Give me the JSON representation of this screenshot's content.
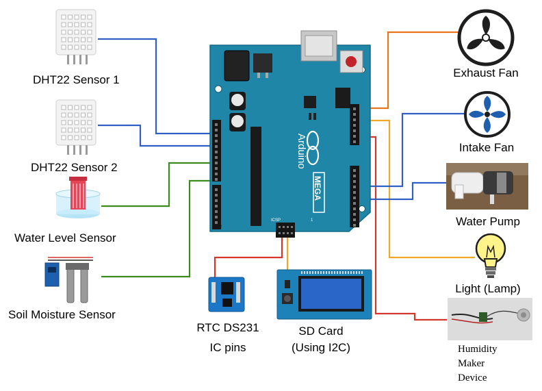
{
  "labels": {
    "dht22_1": "DHT22 Sensor 1",
    "dht22_2": "DHT22 Sensor 2",
    "water_level": "Water Level Sensor",
    "soil_moisture": "Soil Moisture Sensor",
    "rtc_line1": "RTC DS231",
    "rtc_line2": "IC pins",
    "sd_line1": "SD Card",
    "sd_line2": "(Using I2C)",
    "exhaust_fan": "Exhaust Fan",
    "intake_fan": "Intake Fan",
    "water_pump": "Water Pump",
    "light": "Light (Lamp)",
    "humidity_line1": "Humidity",
    "humidity_line2": "Maker",
    "humidity_line3": "Device"
  },
  "board": {
    "brand": "Arduino",
    "model": "MEGA"
  },
  "colors": {
    "board": "#1f86a8",
    "wire_blue": "#2f5fc4",
    "wire_green": "#3a8a1e",
    "wire_orange": "#e8741c",
    "wire_yellow": "#f2a62a",
    "wire_red": "#d2372b",
    "lcd_screen": "#2a66c8",
    "fan_dark": "#1e1e1e",
    "fan_blue": "#1f5fb0"
  }
}
